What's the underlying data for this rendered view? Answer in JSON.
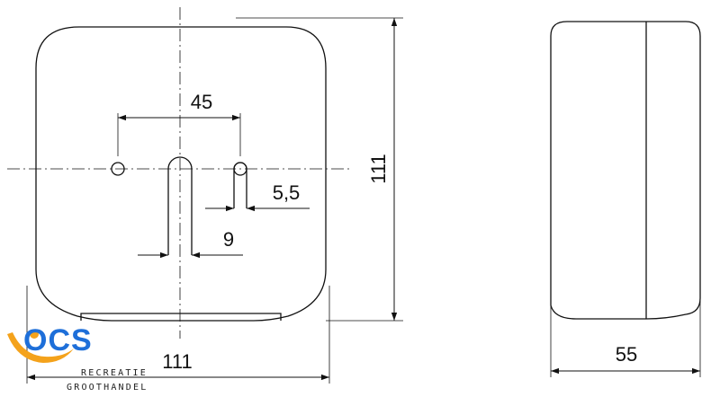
{
  "drawing": {
    "front_view": {
      "dim_hole_spacing": "45",
      "dim_slot_width": "5,5",
      "dim_center_slot": "9",
      "dim_height": "111",
      "dim_width": "111"
    },
    "side_view": {
      "dim_depth": "55"
    }
  },
  "logo": {
    "letters": "OCS",
    "line1": "RECREATIE",
    "line2": "GROOTHANDEL",
    "colors": {
      "orange": "#f4a21b",
      "blue": "#1e6fd9"
    }
  }
}
